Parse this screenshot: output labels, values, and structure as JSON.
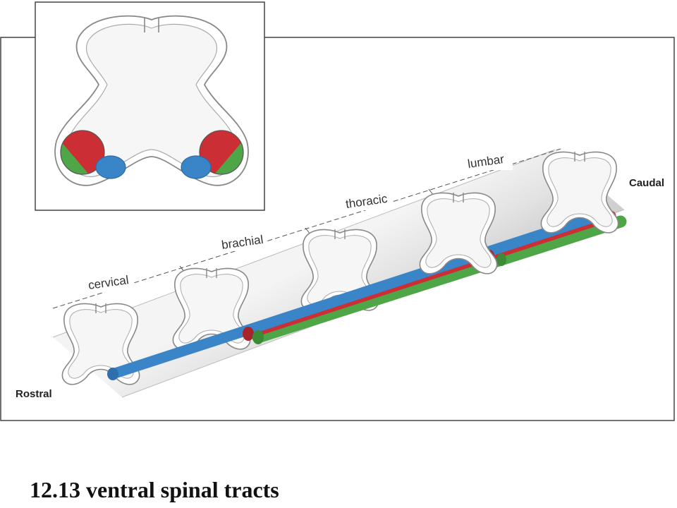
{
  "figure": {
    "region_labels": [
      "cervical",
      "brachial",
      "thoracic",
      "lumbar"
    ],
    "end_labels": {
      "rostral": "Rostral",
      "caudal": "Caudal"
    },
    "tract_colors": {
      "blue": "#3a84c8",
      "red": "#cc2e35",
      "green": "#4ea646"
    }
  },
  "caption": "12.13 ventral spinal tracts"
}
